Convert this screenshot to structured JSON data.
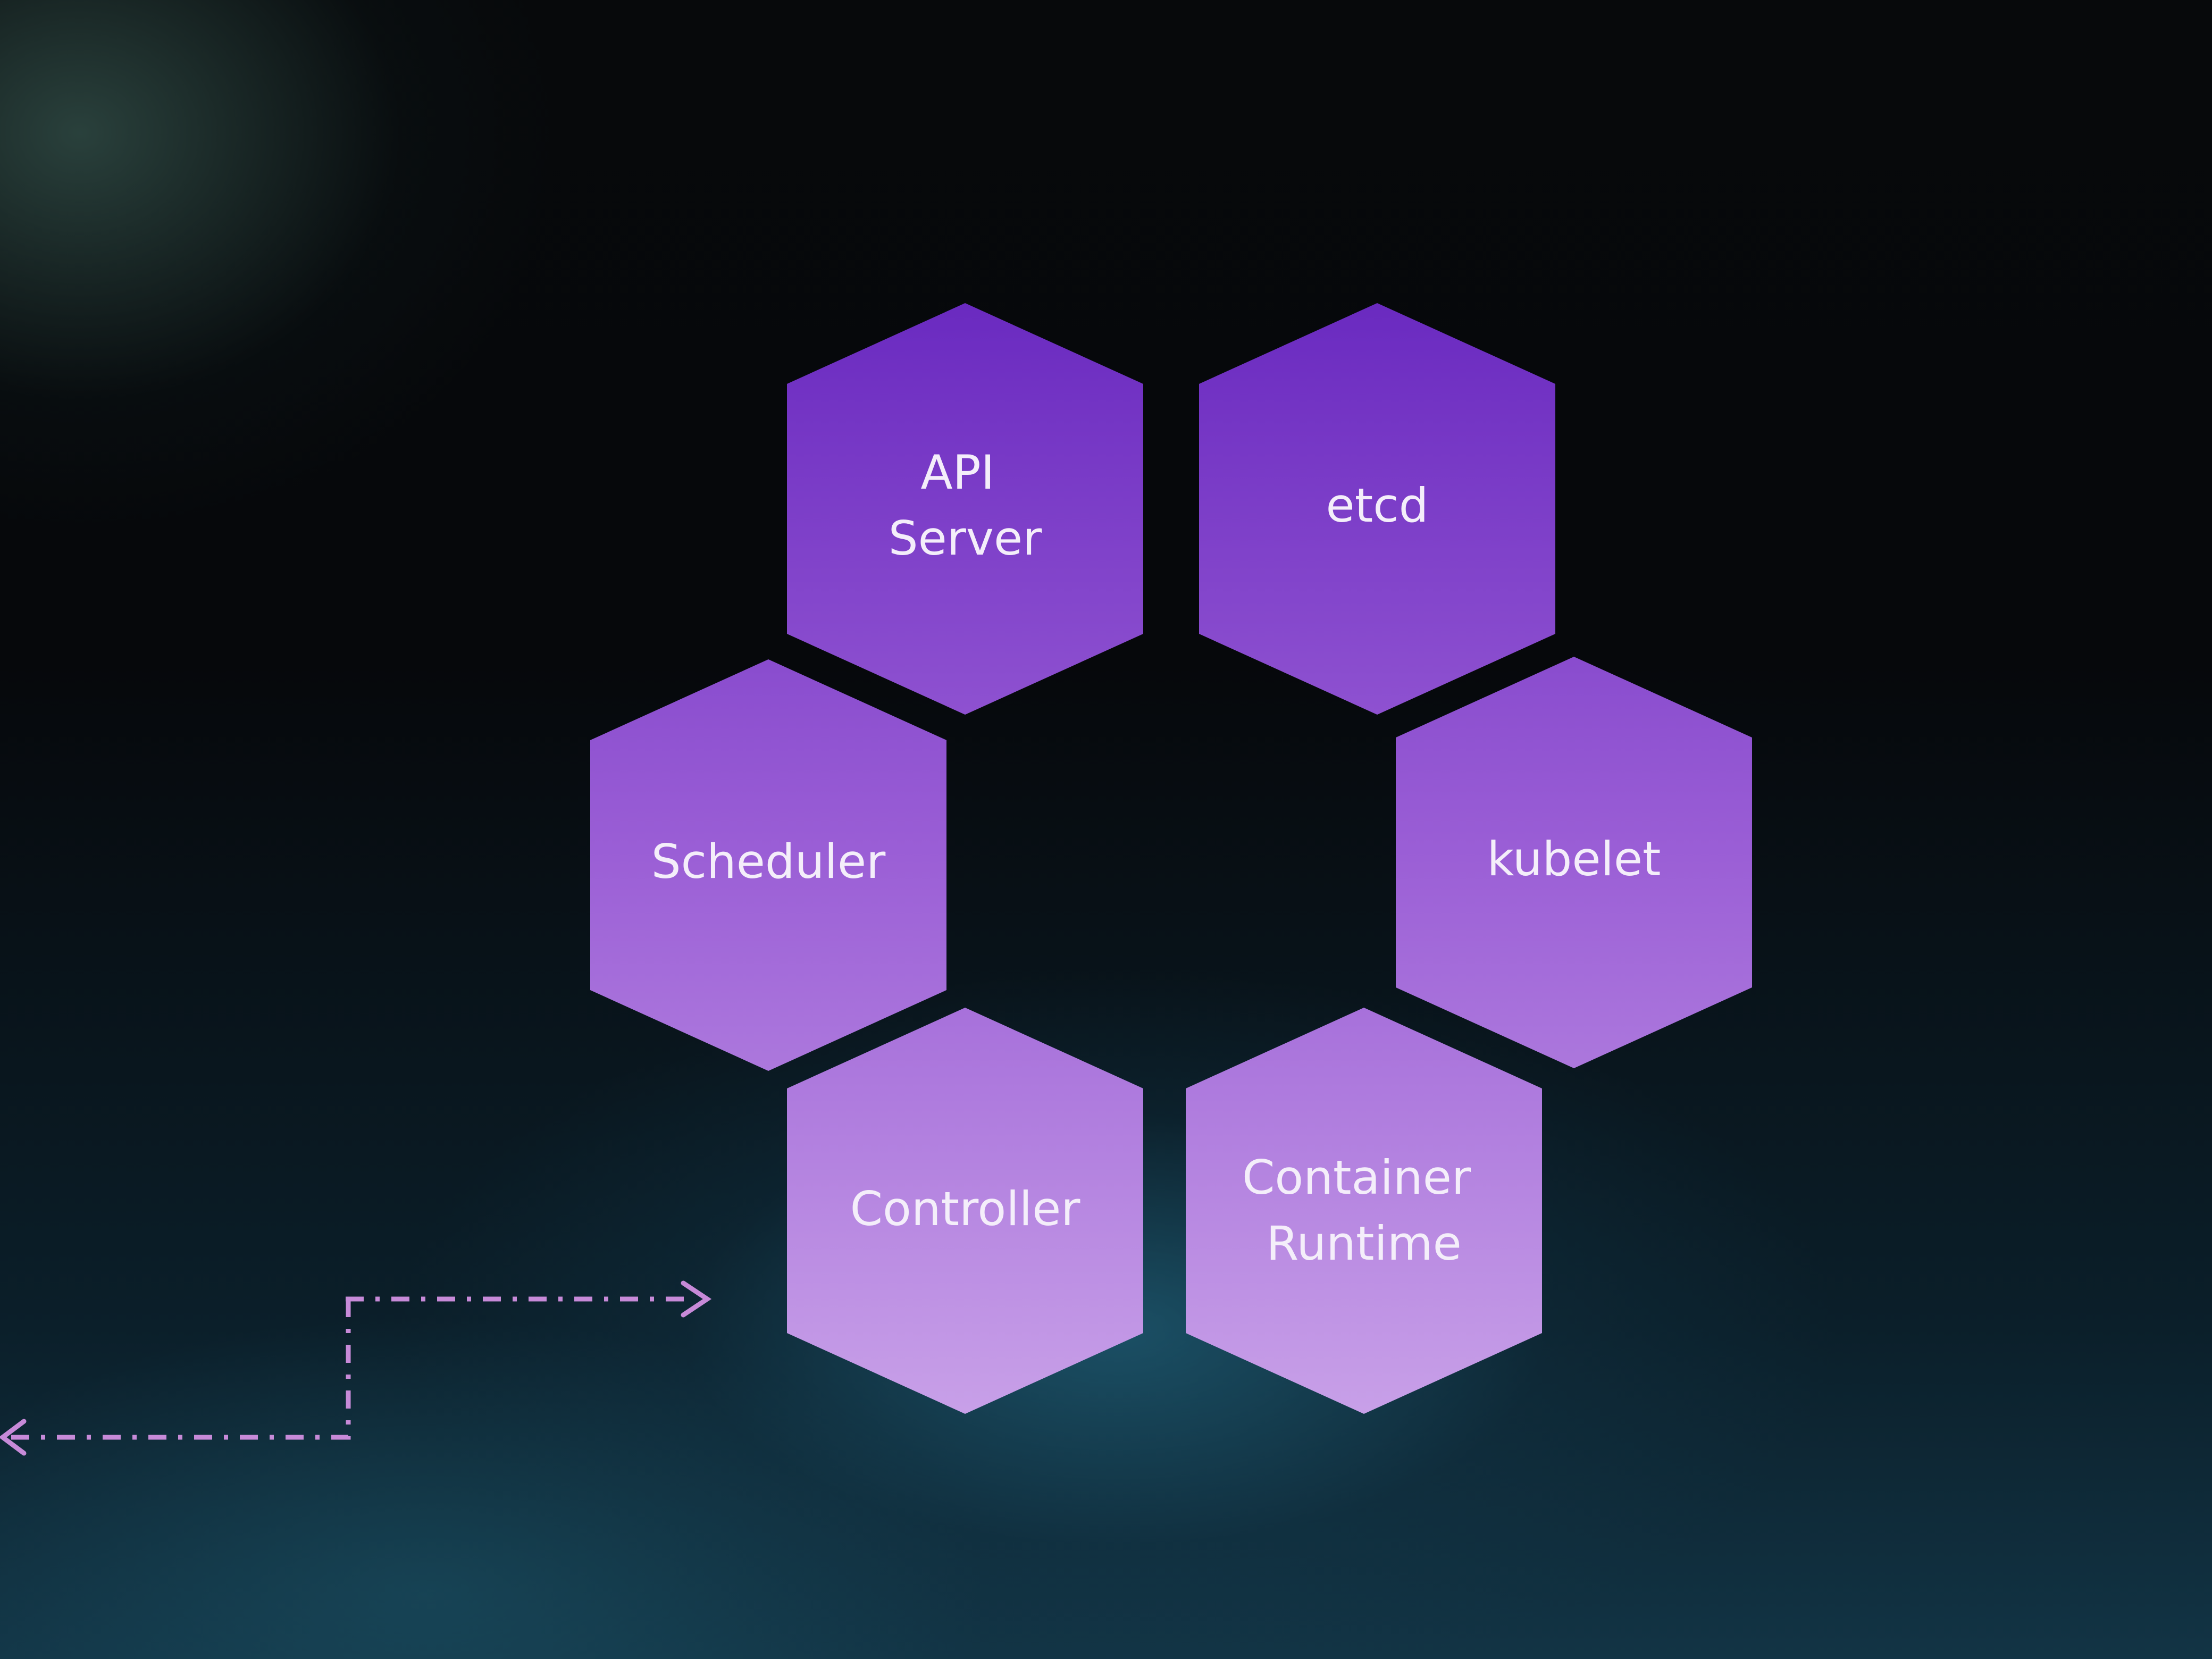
{
  "diagram": {
    "hexagons": [
      {
        "id": "api-server",
        "lines": [
          "API",
          "Server"
        ]
      },
      {
        "id": "etcd",
        "lines": [
          "etcd"
        ]
      },
      {
        "id": "scheduler",
        "lines": [
          "Scheduler"
        ]
      },
      {
        "id": "kubelet",
        "lines": [
          "kubelet"
        ]
      },
      {
        "id": "controller",
        "lines": [
          "Controller"
        ]
      },
      {
        "id": "container-runtime",
        "lines": [
          "Container",
          "Runtime"
        ]
      }
    ]
  },
  "colors": {
    "background": "#06090c",
    "hex_dark": "#6d2fc4",
    "hex_mid": "#9b5fd6",
    "hex_light": "#c497e6",
    "label": "#f4eefa",
    "connector": "#c78ad8"
  }
}
